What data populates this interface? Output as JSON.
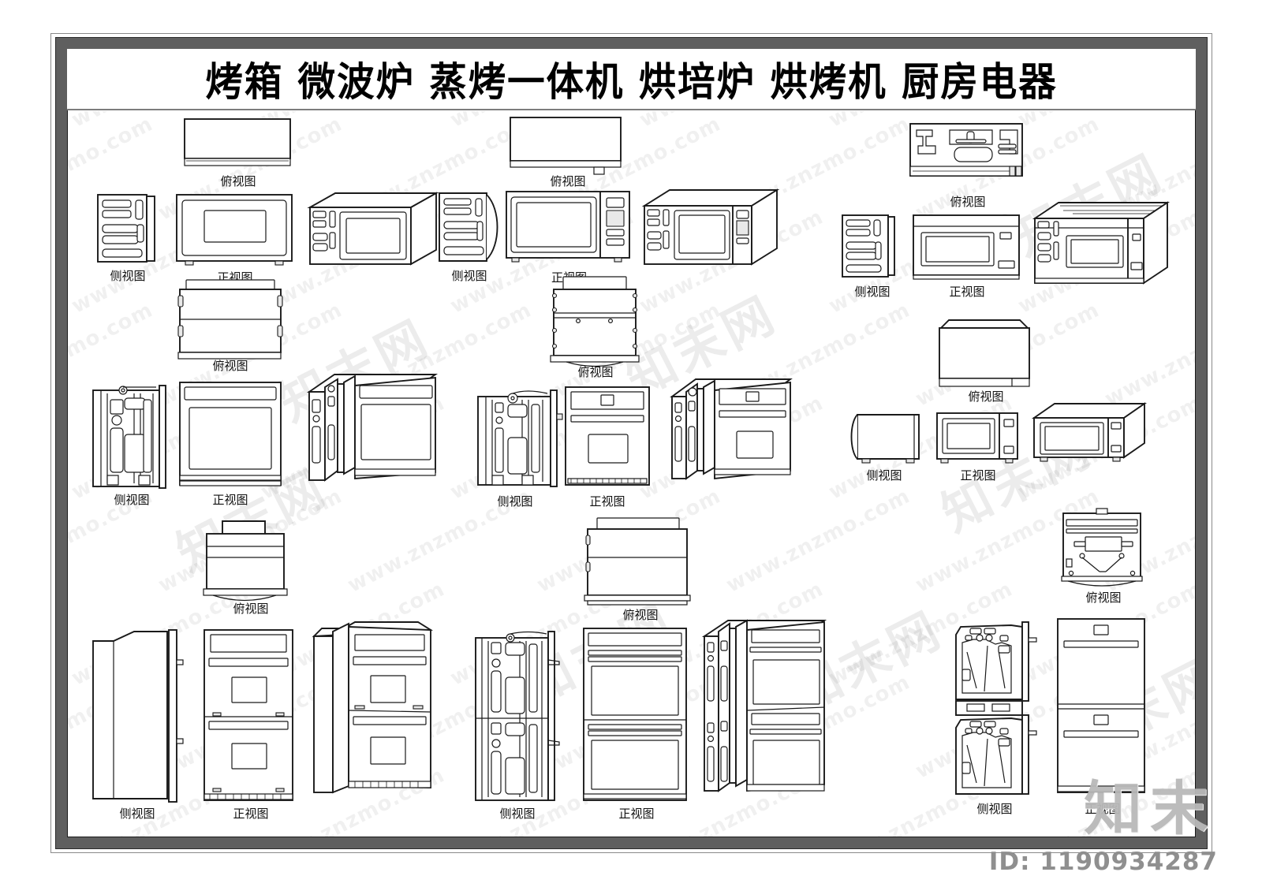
{
  "document": {
    "title": "烤箱 微波炉 蒸烤一体机 烘培炉 烘烤机 厨房电器",
    "id_label": "ID: 1190934287",
    "logo_text": "知末",
    "watermark_url": "www.znzmo.com",
    "watermark_cn": "知末网"
  },
  "view_labels": {
    "top": "俯视图",
    "side": "侧视图",
    "front": "正视图"
  },
  "groups": [
    {
      "key": "g1",
      "name": "countertop-microwave-plain",
      "row": 1,
      "views": [
        {
          "type": "top",
          "label": "俯视图"
        },
        {
          "type": "side",
          "label": "侧视图"
        },
        {
          "type": "front",
          "label": "正视图"
        },
        {
          "type": "iso",
          "label": ""
        }
      ]
    },
    {
      "key": "g2",
      "name": "countertop-microwave-keypad",
      "row": 1,
      "views": [
        {
          "type": "top",
          "label": "俯视图"
        },
        {
          "type": "side",
          "label": "侧视图"
        },
        {
          "type": "front",
          "label": "正视图"
        },
        {
          "type": "iso",
          "label": ""
        }
      ]
    },
    {
      "key": "g3",
      "name": "over-range-microwave",
      "row": 1,
      "views": [
        {
          "type": "top",
          "label": "俯视图"
        },
        {
          "type": "side",
          "label": "侧视图"
        },
        {
          "type": "front",
          "label": "正视图"
        },
        {
          "type": "iso",
          "label": ""
        }
      ]
    },
    {
      "key": "g4",
      "name": "built-in-wall-oven-single",
      "row": 2,
      "views": [
        {
          "type": "top",
          "label": "俯视图"
        },
        {
          "type": "side",
          "label": "侧视图"
        },
        {
          "type": "front",
          "label": "正视图"
        },
        {
          "type": "iso",
          "label": ""
        }
      ]
    },
    {
      "key": "g5",
      "name": "steam-combi-oven",
      "row": 2,
      "views": [
        {
          "type": "top",
          "label": "俯视图"
        },
        {
          "type": "side",
          "label": "侧视图"
        },
        {
          "type": "front",
          "label": "正视图"
        },
        {
          "type": "iso",
          "label": ""
        }
      ]
    },
    {
      "key": "g6",
      "name": "compact-microwave",
      "row": 2,
      "views": [
        {
          "type": "top",
          "label": "俯视图"
        },
        {
          "type": "side",
          "label": "侧视图"
        },
        {
          "type": "front",
          "label": "正视图"
        },
        {
          "type": "iso",
          "label": ""
        }
      ]
    },
    {
      "key": "g7",
      "name": "double-wall-oven-a",
      "row": 3,
      "views": [
        {
          "type": "top",
          "label": "俯视图"
        },
        {
          "type": "side",
          "label": "侧视图"
        },
        {
          "type": "front",
          "label": "正视图"
        },
        {
          "type": "iso",
          "label": ""
        }
      ]
    },
    {
      "key": "g8",
      "name": "double-wall-oven-b",
      "row": 3,
      "views": [
        {
          "type": "top",
          "label": "俯视图"
        },
        {
          "type": "side",
          "label": "侧视图"
        },
        {
          "type": "front",
          "label": "正视图"
        },
        {
          "type": "iso",
          "label": ""
        }
      ]
    },
    {
      "key": "g9",
      "name": "stacked-baking-machine",
      "row": 3,
      "views": [
        {
          "type": "top",
          "label": "俯视图"
        },
        {
          "type": "side",
          "label": "侧视图"
        },
        {
          "type": "front",
          "label": "正视图"
        }
      ]
    }
  ],
  "colors": {
    "frame_band": "#5f5f5f",
    "line": "#1a1a1a",
    "paper": "#ffffff",
    "logo": "#b9b9b9",
    "id_text": "#8f8f8f"
  }
}
